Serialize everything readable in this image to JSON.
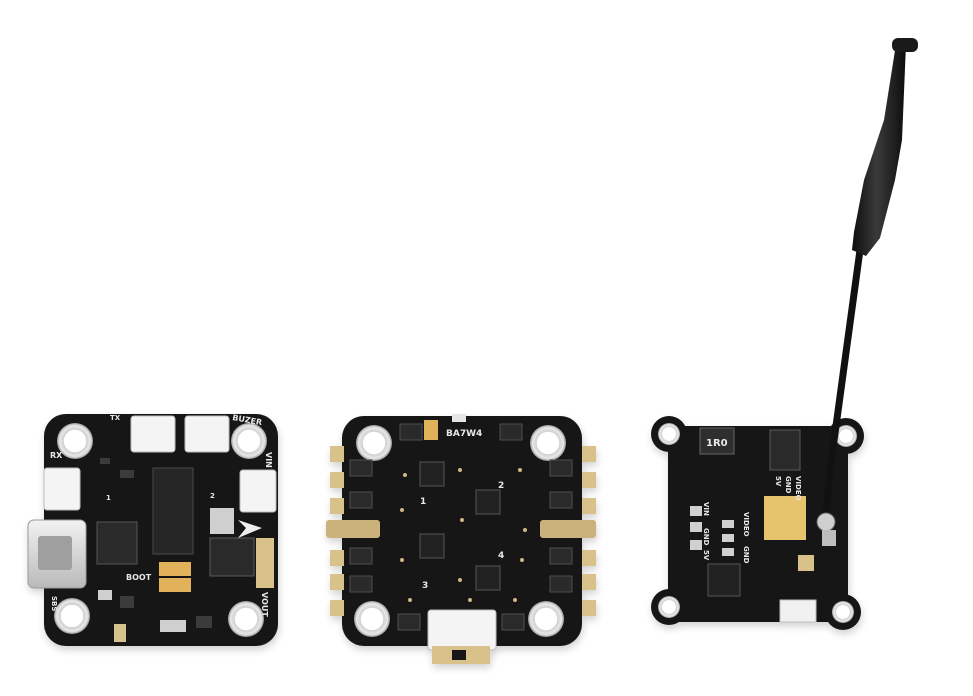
{
  "scene": {
    "background": "#ffffff",
    "pcb_color": "#141414",
    "pad_color": "#d9c28a",
    "silk_color": "#e8e8e8"
  },
  "flight_controller": {
    "labels": {
      "buzzer": "BUZER",
      "rx": "RX",
      "tx": "TX",
      "vin": "VIN",
      "boot": "BOOT",
      "vout": "VOUT",
      "sbus": "SBS",
      "num_one": "1",
      "num_two": "2"
    }
  },
  "esc": {
    "labels": {
      "chip": "BA7W4",
      "m1": "1",
      "m2": "2",
      "m3": "3",
      "m4": "4"
    }
  },
  "vtx": {
    "labels": {
      "inductor": "1R0",
      "video": "VIDEO",
      "gnd": "GND",
      "v5": "5V",
      "vin": "VIN",
      "gnd2": "GND",
      "v5b": "5V",
      "video2": "VIDEO",
      "gnd3": "GND"
    }
  }
}
